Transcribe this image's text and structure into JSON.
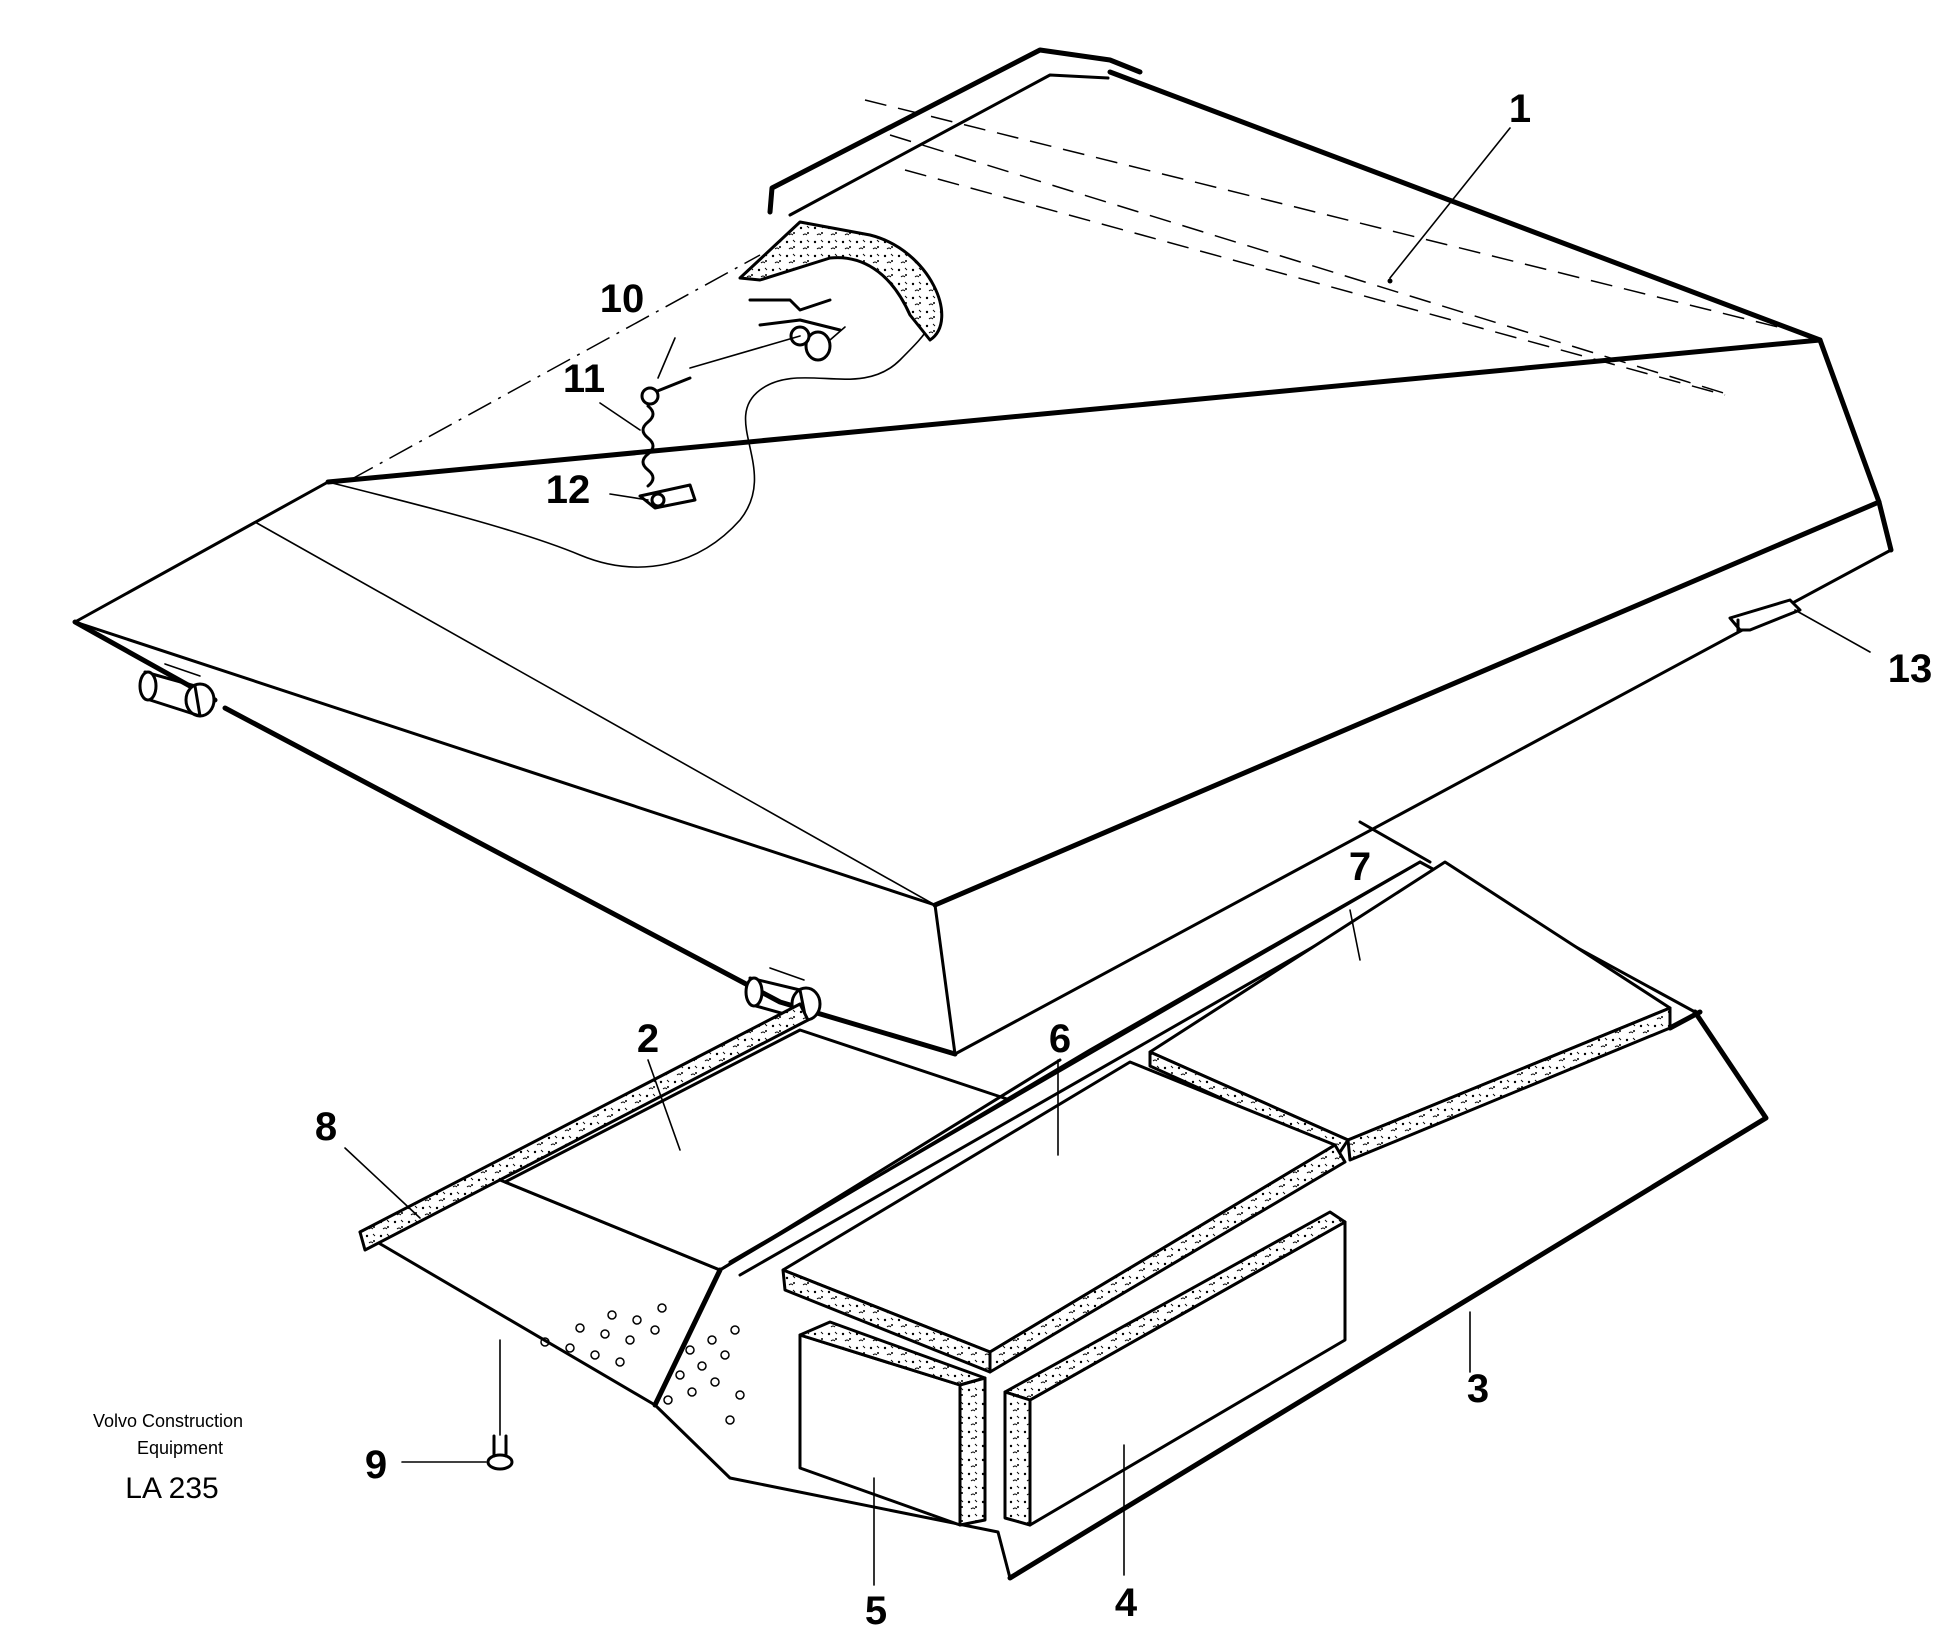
{
  "callouts": {
    "c1": "1",
    "c2": "2",
    "c3": "3",
    "c4": "4",
    "c5": "5",
    "c6": "6",
    "c7": "7",
    "c8": "8",
    "c9": "9",
    "c10": "10",
    "c11": "11",
    "c12": "12",
    "c13": "13"
  },
  "credit": {
    "line1": "Volvo Construction",
    "line2": "Equipment",
    "code": "LA 235"
  },
  "colors": {
    "ink": "#000000",
    "paper": "#ffffff"
  }
}
